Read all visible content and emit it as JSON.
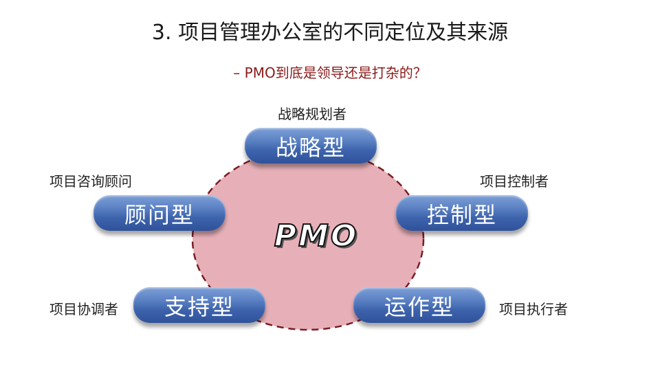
{
  "title": "3. 项目管理办公室的不同定位及其来源",
  "subtitle": "– PMO到底是领导还是打杂的？",
  "center_label": "PMO",
  "circle": {
    "fill": "#e7b0b8",
    "stroke": "#7a1c24"
  },
  "pill_color": "#3e64ad",
  "types": [
    {
      "name": "战略型",
      "role": "战略规划者"
    },
    {
      "name": "顾问型",
      "role": "项目咨询顾问"
    },
    {
      "name": "控制型",
      "role": "项目控制者"
    },
    {
      "name": "支持型",
      "role": "项目协调者"
    },
    {
      "name": "运作型",
      "role": "项目执行者"
    }
  ]
}
